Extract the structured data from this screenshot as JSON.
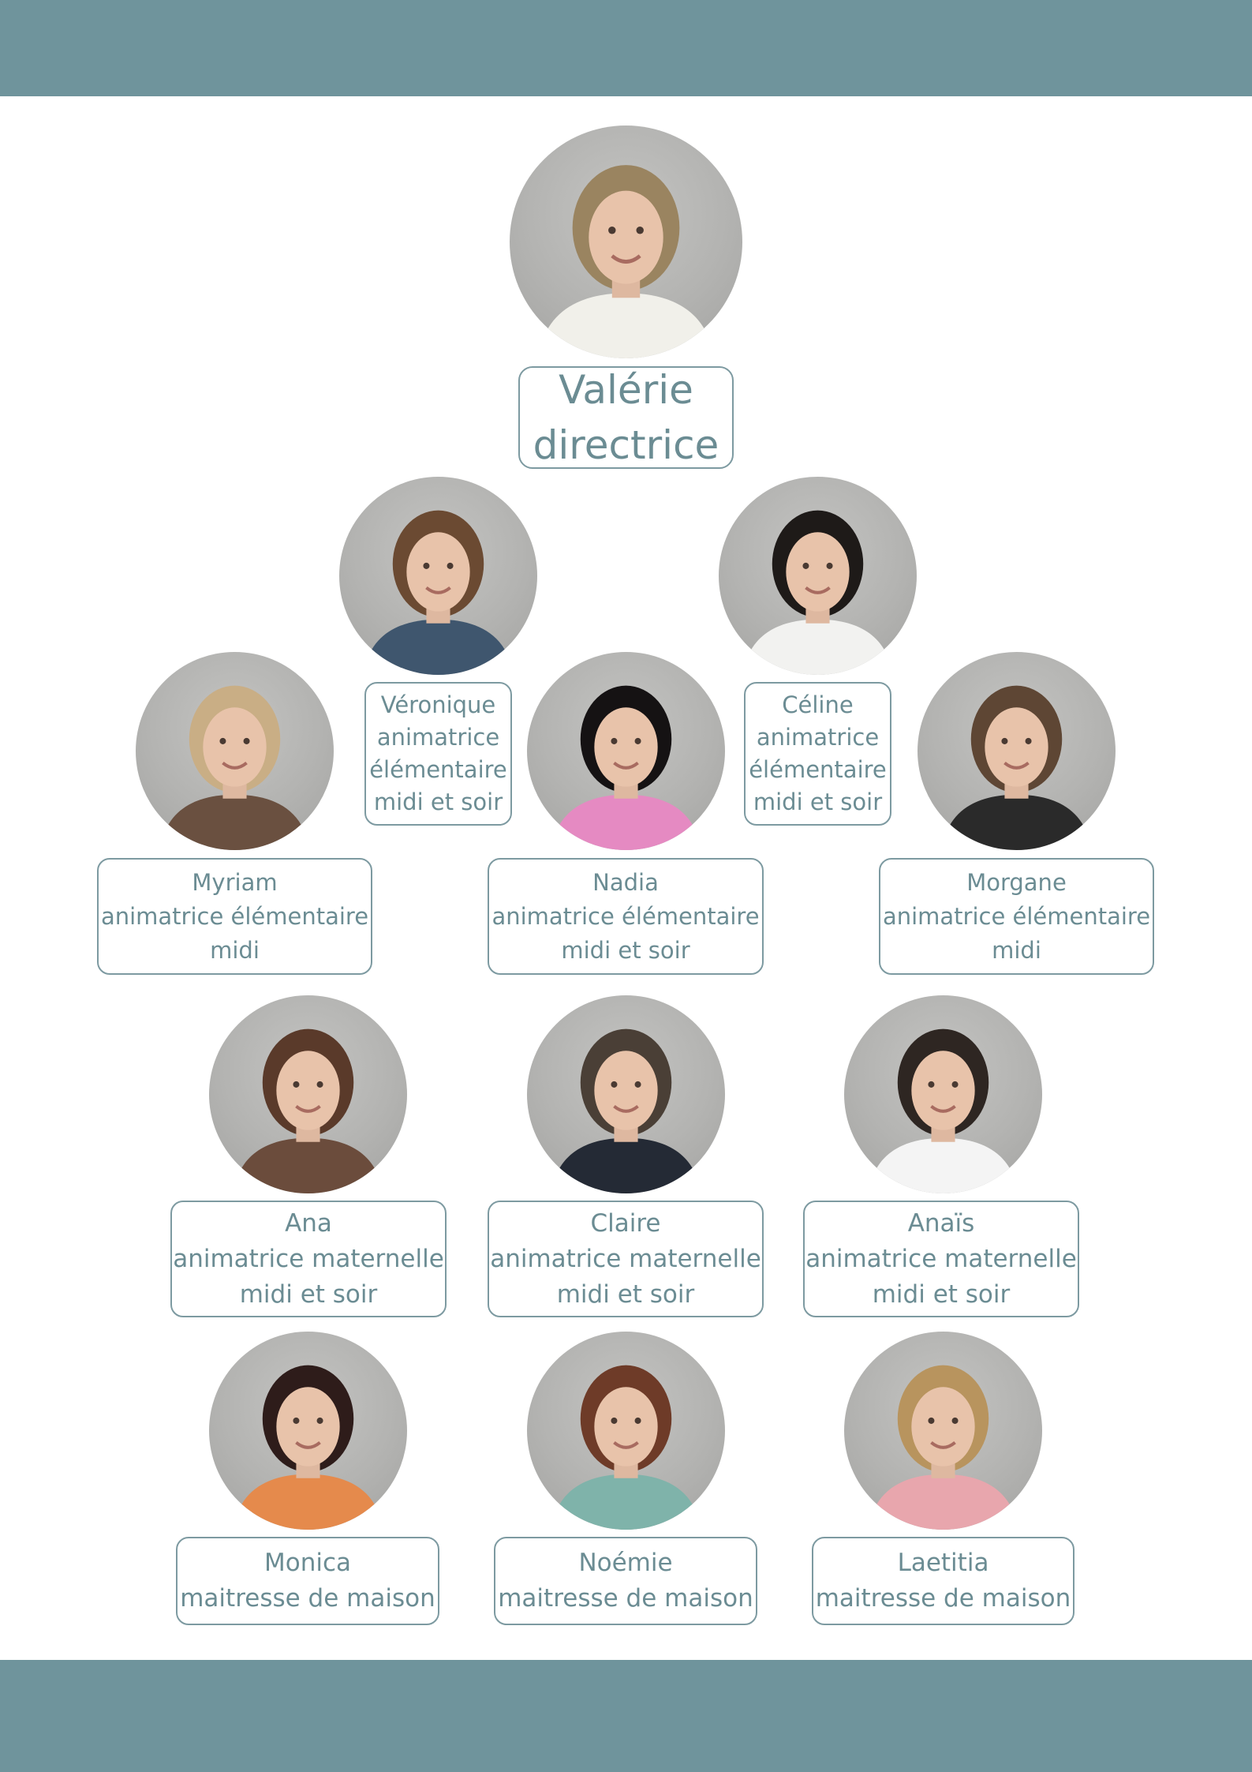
{
  "colors": {
    "band": "#6f949c",
    "border": "#7d9aa1",
    "text": "#6b8c93"
  },
  "staff": {
    "valerie": {
      "name": "Valérie",
      "lines": [
        "directrice"
      ],
      "hair": "#9a8460",
      "top": "#f1f0ea"
    },
    "veronique": {
      "name": "Véronique",
      "lines": [
        "animatrice",
        "élémentaire",
        "midi et soir"
      ],
      "hair": "#6b4a32",
      "top": "#3f566e"
    },
    "celine": {
      "name": "Céline",
      "lines": [
        "animatrice",
        "élémentaire",
        "midi et soir"
      ],
      "hair": "#1e1a18",
      "top": "#f2f2f0"
    },
    "myriam": {
      "name": "Myriam",
      "lines": [
        "animatrice élémentaire",
        "midi"
      ],
      "hair": "#c9ae85",
      "top": "#6a5040"
    },
    "nadia": {
      "name": "Nadia",
      "lines": [
        "animatrice élémentaire",
        "midi et soir"
      ],
      "hair": "#151213",
      "top": "#e58ac2"
    },
    "morgane": {
      "name": "Morgane",
      "lines": [
        "animatrice élémentaire",
        "midi"
      ],
      "hair": "#5e4634",
      "top": "#2a2a2a"
    },
    "ana": {
      "name": "Ana",
      "lines": [
        "animatrice maternelle",
        "midi et soir"
      ],
      "hair": "#5a3a2a",
      "top": "#6b4c3c"
    },
    "claire": {
      "name": "Claire",
      "lines": [
        "animatrice maternelle",
        "midi et soir"
      ],
      "hair": "#4a3f36",
      "top": "#242a35"
    },
    "anais": {
      "name": "Anaïs",
      "lines": [
        "animatrice maternelle",
        "midi et soir"
      ],
      "hair": "#2e2622",
      "top": "#f4f4f4"
    },
    "monica": {
      "name": "Monica",
      "lines": [
        "maitresse de maison"
      ],
      "hair": "#2e1c1a",
      "top": "#e58a4c"
    },
    "noemie": {
      "name": "Noémie",
      "lines": [
        "maitresse de maison"
      ],
      "hair": "#6e3b28",
      "top": "#7fb3aa"
    },
    "laetitia": {
      "name": "Laetitia",
      "lines": [
        "maitresse de maison"
      ],
      "hair": "#b8945e",
      "top": "#e8a6ad"
    }
  }
}
